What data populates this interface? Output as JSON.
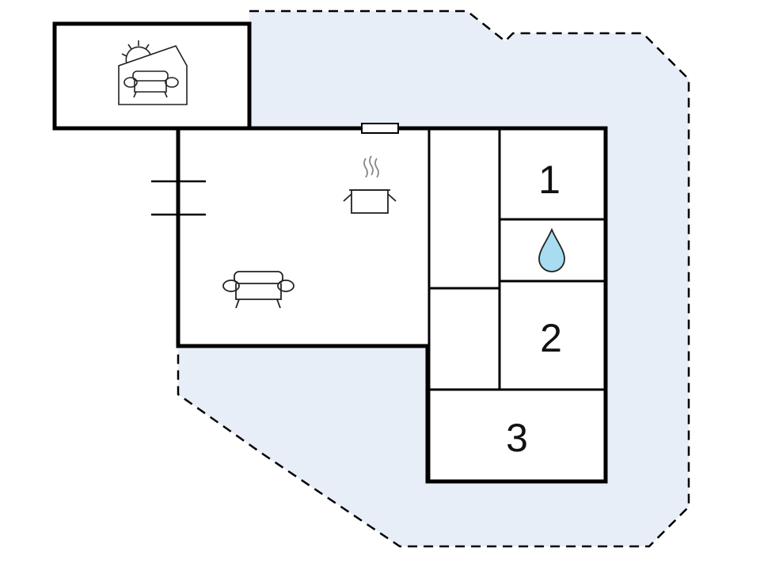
{
  "floorplan": {
    "rooms": [
      {
        "id": "bedroom-1",
        "label": "1"
      },
      {
        "id": "bedroom-2",
        "label": "2"
      },
      {
        "id": "bedroom-3",
        "label": "3"
      }
    ],
    "icons": [
      {
        "name": "sunroom-sofa-icon"
      },
      {
        "name": "kitchen-pot-icon"
      },
      {
        "name": "living-sofa-icon"
      },
      {
        "name": "bathroom-water-drop-icon"
      }
    ],
    "colors": {
      "outdoor_area": "#e8eef7",
      "wall": "#000000",
      "drop_fill": "#a8dcf0",
      "background": "#ffffff"
    }
  }
}
